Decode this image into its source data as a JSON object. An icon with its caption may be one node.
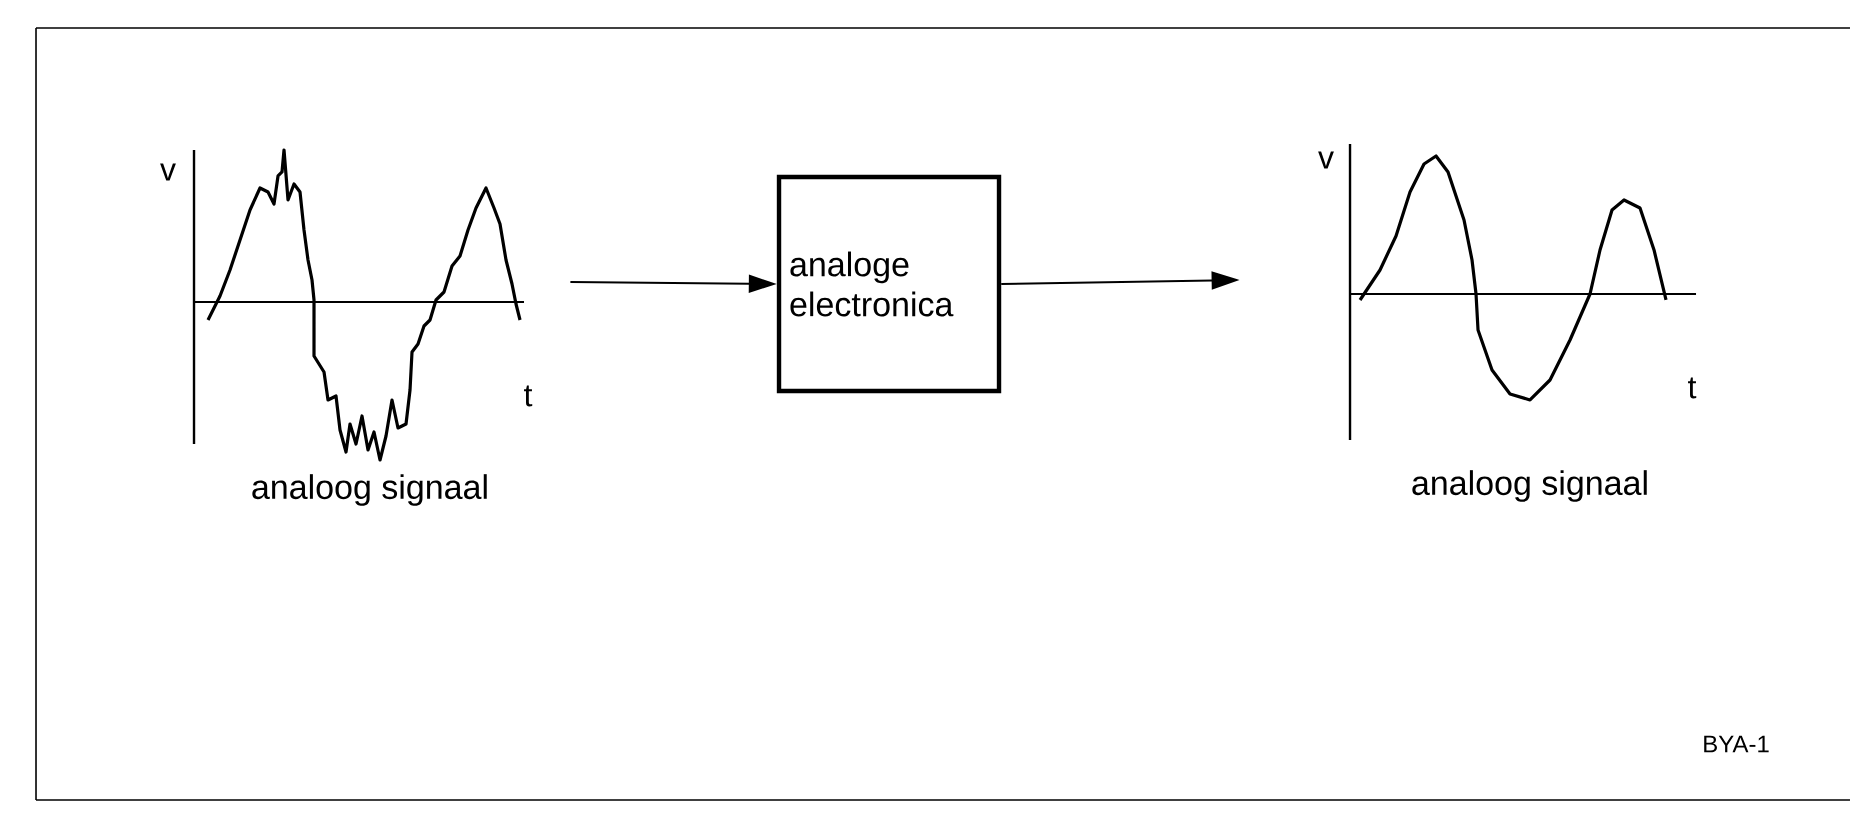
{
  "diagram": {
    "nodes": [
      {
        "text": [],
        "shape": "picture",
        "beside": [
          "analoog signaal"
        ]
      },
      {
        "text": [
          "analoge electronica"
        ]
      },
      {
        "text": [],
        "shape": "picture",
        "beside": [
          "analoog signaal"
        ]
      }
    ],
    "edges": [
      {
        "from": 0,
        "to": 1,
        "arrow": "to"
      },
      {
        "from": 1,
        "to": 2,
        "arrow": "to"
      }
    ],
    "labels": [
      "v",
      "t",
      "v",
      "t",
      "BYA-1"
    ]
  }
}
